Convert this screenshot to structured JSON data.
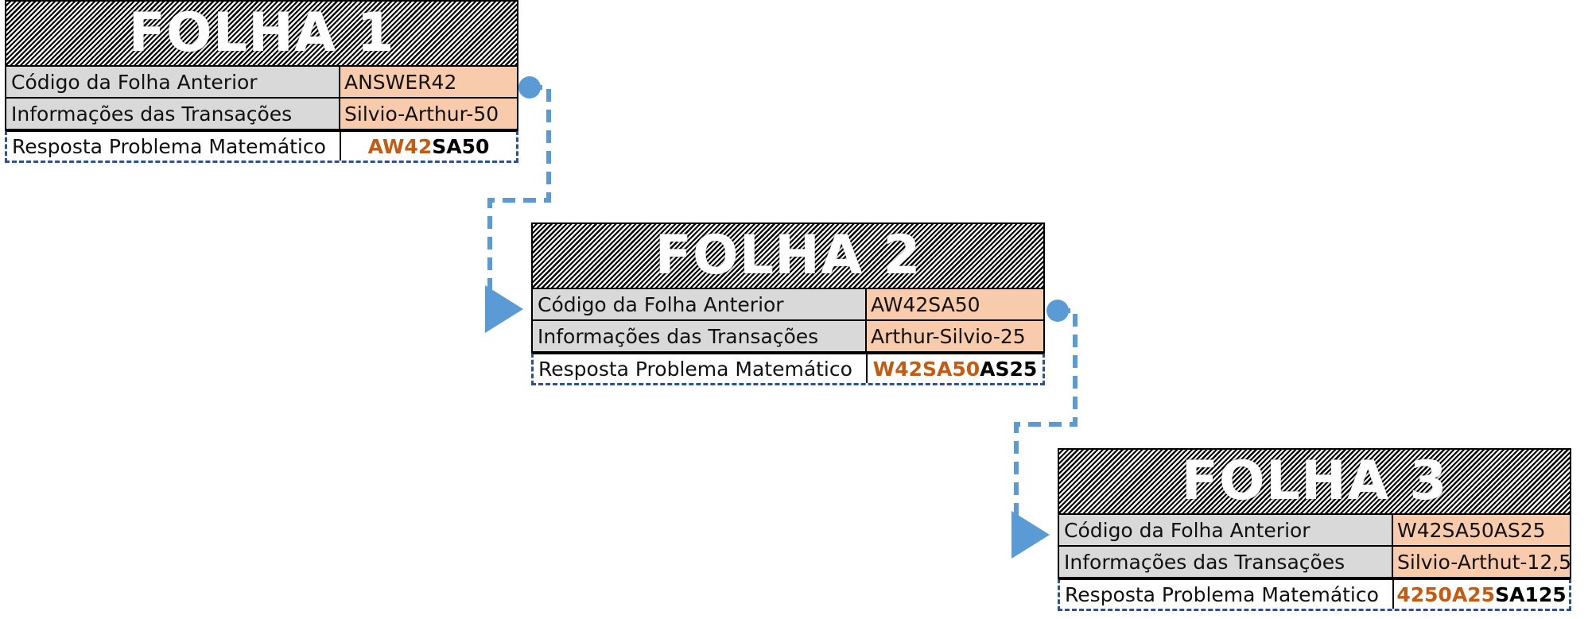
{
  "sheets": [
    {
      "title": "FOLHA 1",
      "rows": [
        {
          "label": "Código da Folha Anterior",
          "value": "ANSWER42"
        },
        {
          "label": "Informações das Transações",
          "value": "Silvio-Arthur-50"
        }
      ],
      "answer": {
        "label": "Resposta Problema Matemático",
        "part_a": "AW42",
        "part_b": "SA50"
      }
    },
    {
      "title": "FOLHA 2",
      "rows": [
        {
          "label": "Código da Folha Anterior",
          "value": "AW42SA50"
        },
        {
          "label": "Informações das Transações",
          "value": "Arthur-Silvio-25"
        }
      ],
      "answer": {
        "label": "Resposta Problema Matemático",
        "part_a": "W42SA50",
        "part_b": "AS25"
      }
    },
    {
      "title": "FOLHA 3",
      "rows": [
        {
          "label": "Código da Folha Anterior",
          "value": "W42SA50AS25"
        },
        {
          "label": "Informações das Transações",
          "value": "Silvio-Arthut-12,5"
        }
      ],
      "answer": {
        "label": "Resposta Problema Matemático",
        "part_a": "4250A25",
        "part_b": "SA125"
      }
    }
  ],
  "colors": {
    "connector": "#5b9bd5",
    "answer_highlight": "#c55a11",
    "value_fill": "#f8cbad",
    "label_fill": "#d9d9d9",
    "answer_border": "#2f528f"
  }
}
